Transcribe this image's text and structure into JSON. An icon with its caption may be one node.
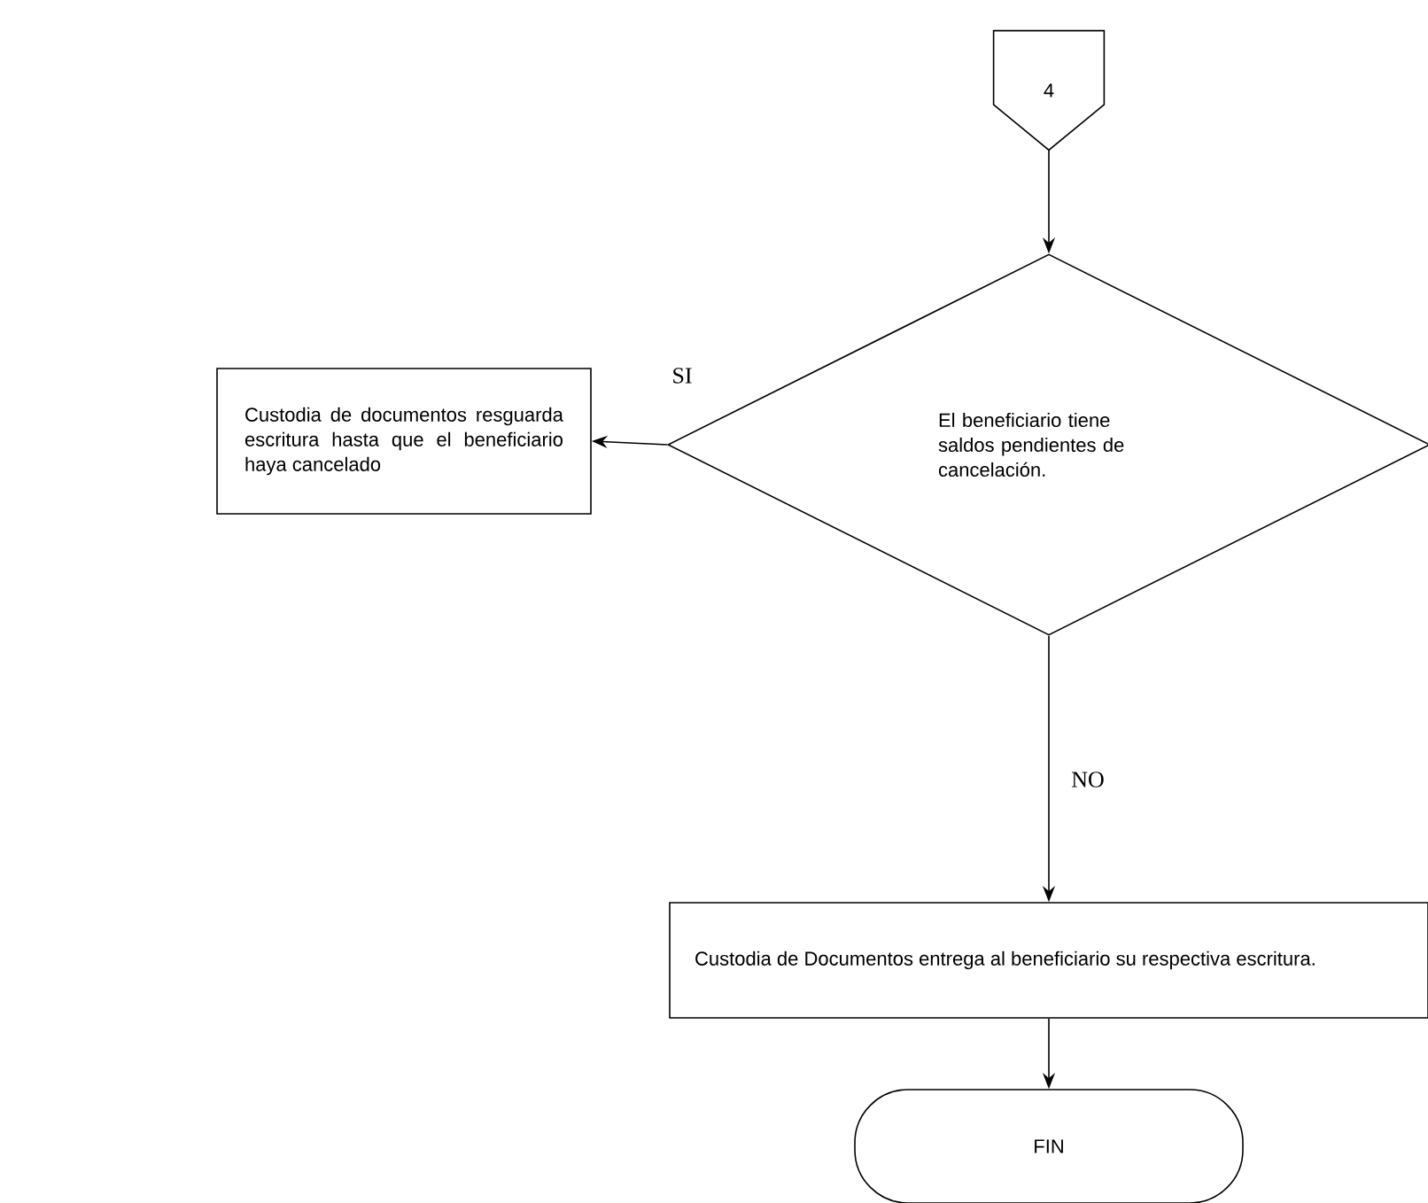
{
  "diagram": {
    "nodes": [
      {
        "text": [
          "4"
        ]
      },
      {
        "text": [
          "El beneficiario tiene saldos pendientes de cancelación."
        ]
      },
      {
        "text": [
          "Custodia de documentos resguarda escritura hasta que el beneficiario haya cancelado"
        ]
      },
      {
        "text": [
          "Custodia de Documentos entrega al beneficiario su respectiva escritura."
        ]
      },
      {
        "text": [
          "FIN"
        ]
      }
    ],
    "edges": [
      {
        "from": 0,
        "to": 1,
        "arrow": "to"
      },
      {
        "from": 1,
        "to": 2,
        "arrow": "to",
        "label": "SI"
      },
      {
        "from": 1,
        "to": 3,
        "arrow": "to",
        "label": "NO"
      },
      {
        "from": 3,
        "to": 4,
        "arrow": "to"
      }
    ]
  }
}
